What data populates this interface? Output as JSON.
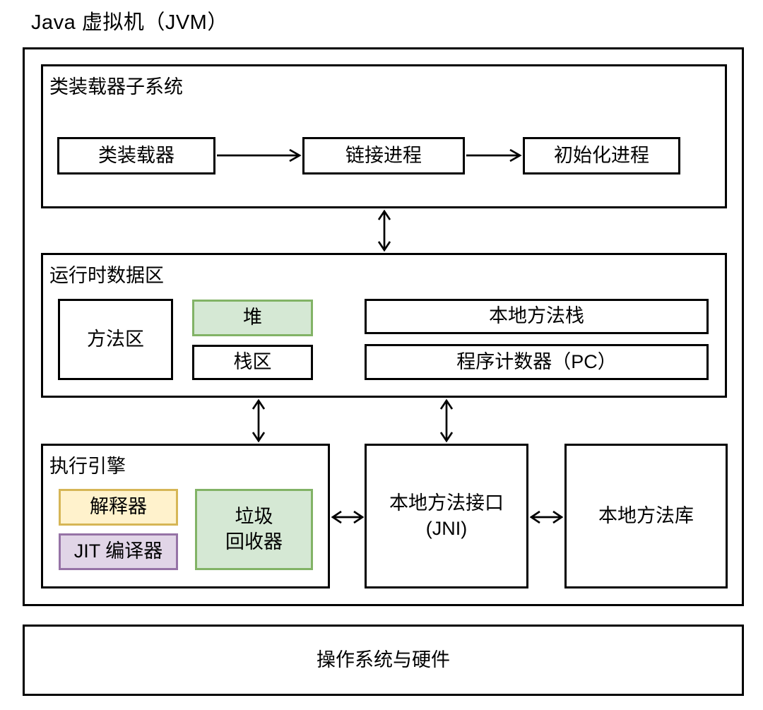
{
  "title": "Java 虚拟机（JVM）",
  "colors": {
    "line": "#000000",
    "background": "#ffffff",
    "heap_fill": "#d5e8d4",
    "heap_border": "#82b366",
    "interpreter_fill": "#fff2cc",
    "interpreter_border": "#d6b656",
    "jit_fill": "#e1d5e7",
    "jit_border": "#9673a6"
  },
  "classloader": {
    "label": "类装载器子系统",
    "steps": [
      "类装载器",
      "链接进程",
      "初始化进程"
    ]
  },
  "runtime": {
    "label": "运行时数据区",
    "method_area": "方法区",
    "heap": "堆",
    "stack": "栈区",
    "native_method_stack": "本地方法栈",
    "program_counter": "程序计数器（PC）"
  },
  "engine": {
    "label": "执行引擎",
    "interpreter": "解释器",
    "jit": "JIT 编译器",
    "gc": [
      "垃圾",
      "回收器"
    ]
  },
  "jni": [
    "本地方法接口",
    "(JNI)"
  ],
  "native_library": "本地方法库",
  "os": "操作系统与硬件"
}
